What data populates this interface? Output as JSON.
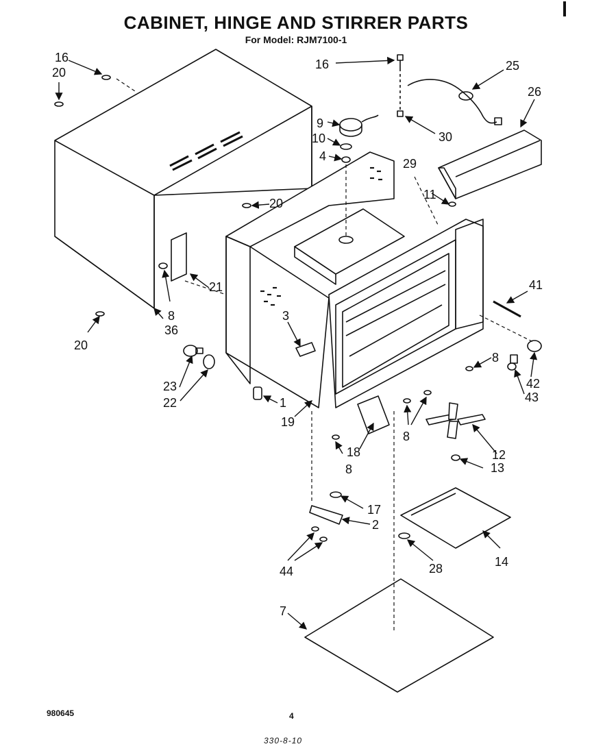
{
  "header": {
    "title": "CABINET, HINGE AND STIRRER PARTS",
    "subtitle": "For Model: RJM7100-1"
  },
  "footer": {
    "code": "980645",
    "page": "4",
    "handwritten": "330-8-10"
  },
  "callouts": [
    "16",
    "20",
    "16",
    "25",
    "26",
    "9",
    "10",
    "4",
    "30",
    "29",
    "11",
    "20",
    "21",
    "8",
    "36",
    "20",
    "3",
    "41",
    "8",
    "42",
    "43",
    "23",
    "22",
    "1",
    "19",
    "8",
    "12",
    "13",
    "18",
    "8",
    "17",
    "2",
    "44",
    "28",
    "14",
    "7"
  ]
}
